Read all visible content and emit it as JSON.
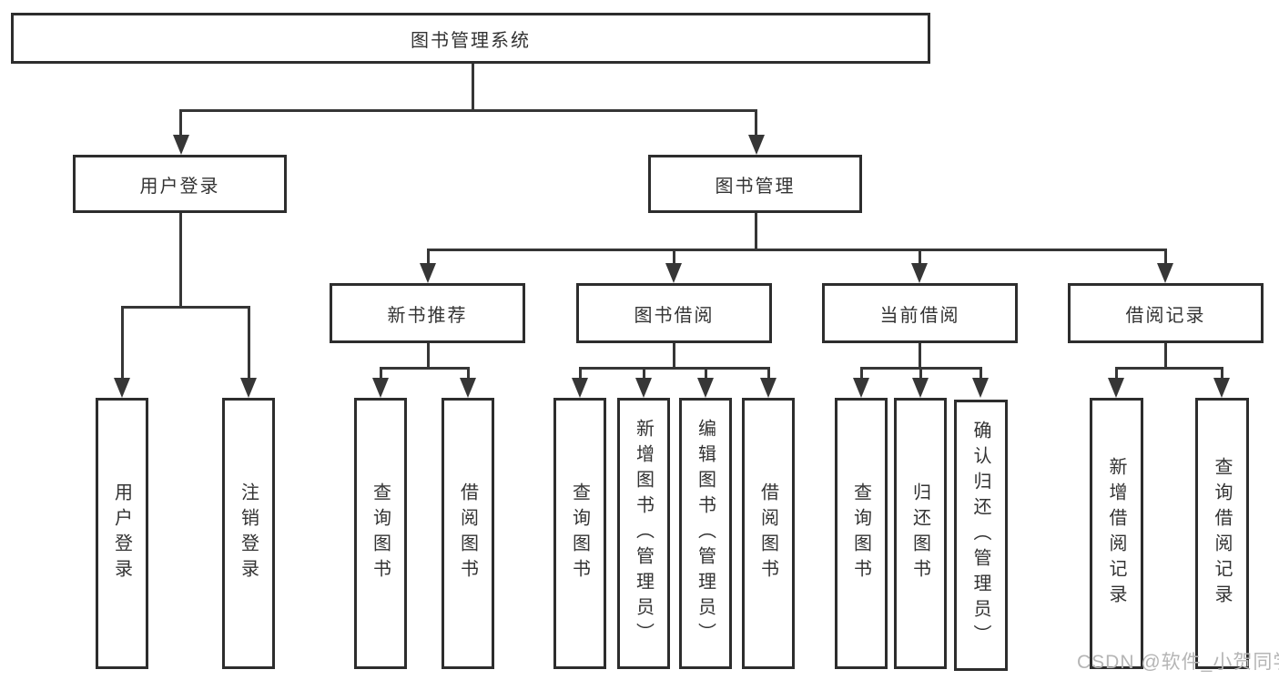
{
  "tree": {
    "root": {
      "label": "图书管理系统"
    },
    "branches": [
      {
        "label": "用户登录",
        "children": [
          {
            "label": "用户登录"
          },
          {
            "label": "注销登录"
          }
        ]
      },
      {
        "label": "图书管理",
        "sections": [
          {
            "label": "新书推荐",
            "children": [
              {
                "label": "查询图书"
              },
              {
                "label": "借阅图书"
              }
            ]
          },
          {
            "label": "图书借阅",
            "children": [
              {
                "label": "查询图书"
              },
              {
                "label": "新增图书（管理员）"
              },
              {
                "label": "编辑图书（管理员）"
              },
              {
                "label": "借阅图书"
              }
            ]
          },
          {
            "label": "当前借阅",
            "children": [
              {
                "label": "查询图书"
              },
              {
                "label": "归还图书"
              },
              {
                "label": "确认归还（管理员）"
              }
            ]
          },
          {
            "label": "借阅记录",
            "children": [
              {
                "label": "新增借阅记录"
              },
              {
                "label": "查询借阅记录"
              }
            ]
          }
        ]
      }
    ]
  },
  "watermark": {
    "text": "CSDN @软件_小贺同学",
    "color": "#b5b5b5"
  },
  "colors": {
    "line": "#363636",
    "border": "#2d2d2d",
    "text": "#333333",
    "background": "#ffffff"
  }
}
